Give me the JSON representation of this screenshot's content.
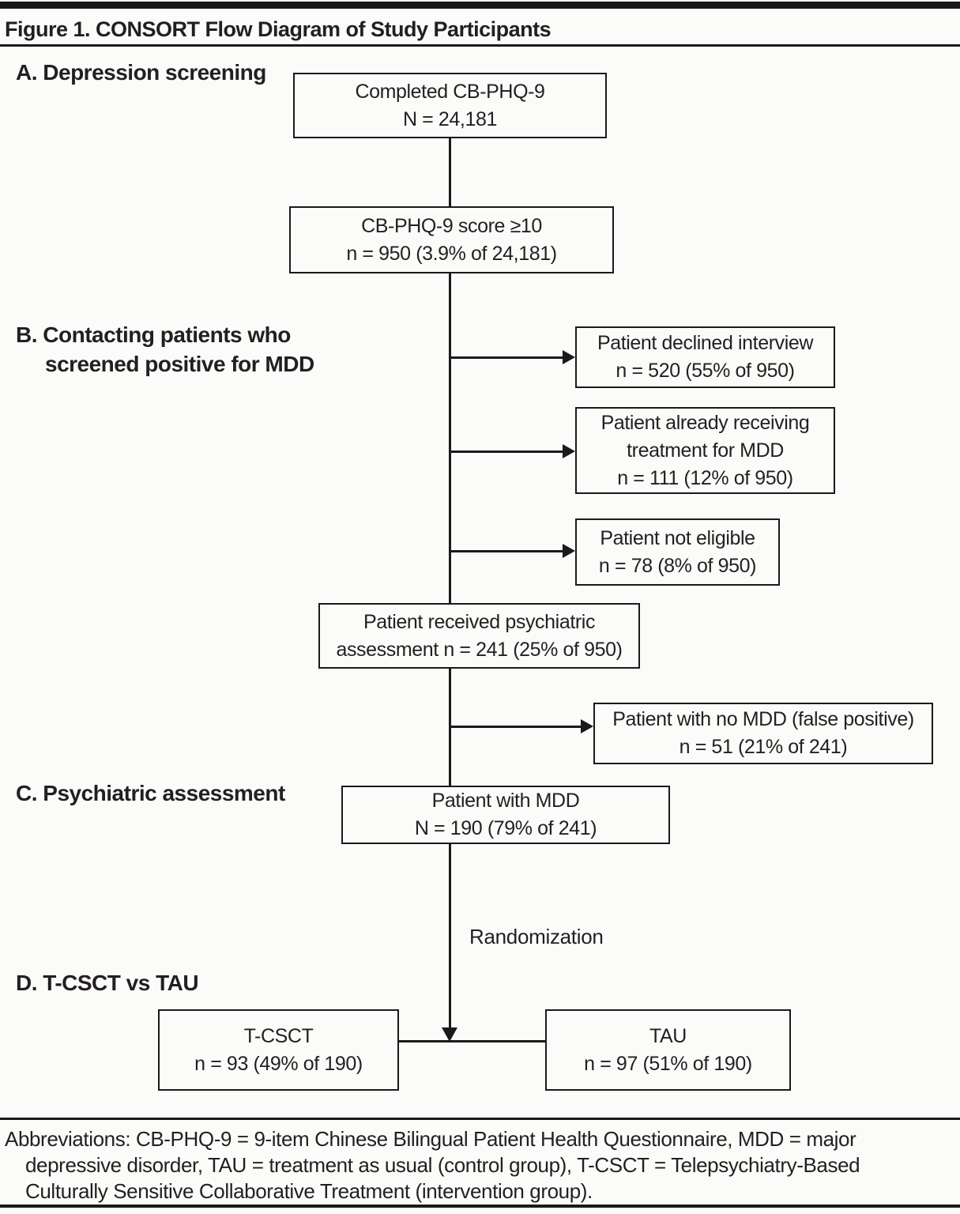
{
  "title": "Figure 1. CONSORT Flow Diagram of Study Participants",
  "sections": {
    "a": "A. Depression screening",
    "b_line1": "B. Contacting patients who",
    "b_line2": "screened positive for MDD",
    "c": "C. Psychiatric assessment",
    "d": "D. T-CSCT vs TAU"
  },
  "nodes": {
    "completed": {
      "line1": "Completed CB-PHQ-9",
      "line2": "N = 24,181"
    },
    "score": {
      "line1": "CB-PHQ-9 score ≥10",
      "line2": "n = 950 (3.9% of 24,181)"
    },
    "declined": {
      "line1": "Patient declined interview",
      "line2": "n = 520 (55% of 950)"
    },
    "already_treated": {
      "line1": "Patient already receiving",
      "line2": "treatment for MDD",
      "line3": "n = 111 (12% of 950)"
    },
    "not_eligible": {
      "line1": "Patient not eligible",
      "line2": "n = 78 (8% of 950)"
    },
    "assessment": {
      "line1": "Patient received psychiatric",
      "line2": "assessment n = 241 (25% of 950)"
    },
    "false_positive": {
      "line1": "Patient with no MDD (false positive)",
      "line2": "n = 51 (21% of 241)"
    },
    "mdd": {
      "line1": "Patient with MDD",
      "line2": "N = 190 (79% of 241)"
    },
    "tcsct": {
      "line1": "T-CSCT",
      "line2": "n = 93 (49% of 190)"
    },
    "tau": {
      "line1": "TAU",
      "line2": "n = 97 (51% of 190)"
    }
  },
  "labels": {
    "randomization": "Randomization"
  },
  "footer": {
    "line1": "Abbreviations: CB-PHQ-9 = 9-item Chinese Bilingual Patient Health Questionnaire, MDD = major",
    "line2": "depressive disorder, TAU = treatment as usual (control group), T-CSCT = Telepsychiatry-Based",
    "line3": "Culturally Sensitive Collaborative Treatment (intervention group)."
  },
  "colors": {
    "ink": "#231f20",
    "line": "#1a1a1a",
    "background": "#fbfbf9"
  }
}
